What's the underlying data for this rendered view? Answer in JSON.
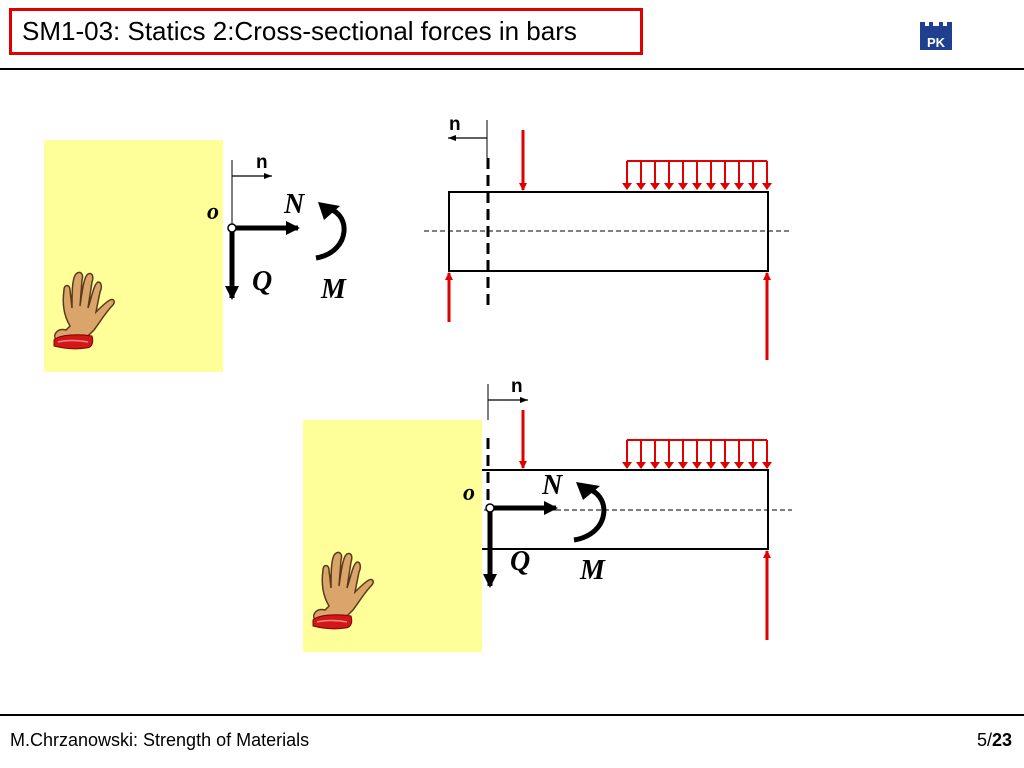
{
  "header": {
    "title": "SM1-03: Statics 2:Cross-sectional forces in bars",
    "logo_text": "PK"
  },
  "footer": {
    "author": "M.Chrzanowski: Strength of Materials",
    "page_current": "5",
    "page_separator": "/",
    "page_total": "23"
  },
  "labels": {
    "normal_symbol": "n",
    "point_o": "o",
    "axial_force": "N",
    "shear_force": "Q",
    "moment": "M"
  },
  "colors": {
    "load_red": "#e00000",
    "panel_yellow": "#ffff99",
    "title_border": "#e00000"
  }
}
